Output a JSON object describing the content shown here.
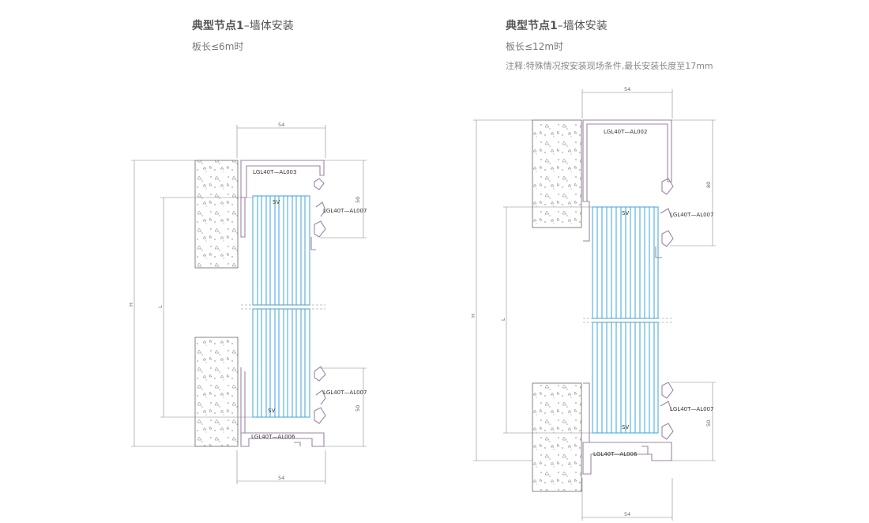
{
  "left": {
    "title_bold": "典型节点1",
    "title_rest": "–墙体安装",
    "subtitle": "板长≤6m时",
    "labels": {
      "top_profile": "LGL40T—AL003",
      "upper_right_profile": "LGL40T—AL007",
      "lower_right_profile": "LGL40T—AL007",
      "bottom_profile": "LGL40T—AL006",
      "sv_top": "SV",
      "sv_bottom": "SV"
    },
    "dims": {
      "width_top": "54",
      "width_bottom": "54",
      "height_upper": "50",
      "height_lower": "50",
      "h": "H",
      "l": "L"
    }
  },
  "right": {
    "title_bold": "典型节点1",
    "title_rest": "–墙体安装",
    "subtitle": "板长≤12m时",
    "note": "注释:特殊情况按安装现场条件,最长安装长度至17mm",
    "labels": {
      "top_profile": "LGL40T—AL002",
      "upper_right_profile": "LGL40T—AL007",
      "lower_right_profile": "LGL40T—AL007",
      "bottom_profile": "LGL40T—AL006",
      "sv_top": "SV",
      "sv_bottom": "SV"
    },
    "dims": {
      "width_top": "54",
      "width_bottom": "54",
      "height_upper": "80",
      "height_lower": "50",
      "h": "H",
      "l": "L"
    }
  },
  "colors": {
    "panel_blue": "#3aa6dd",
    "profile_purple": "#9e86a6",
    "concrete_outline": "#666666",
    "dimension_gray": "#888888"
  }
}
